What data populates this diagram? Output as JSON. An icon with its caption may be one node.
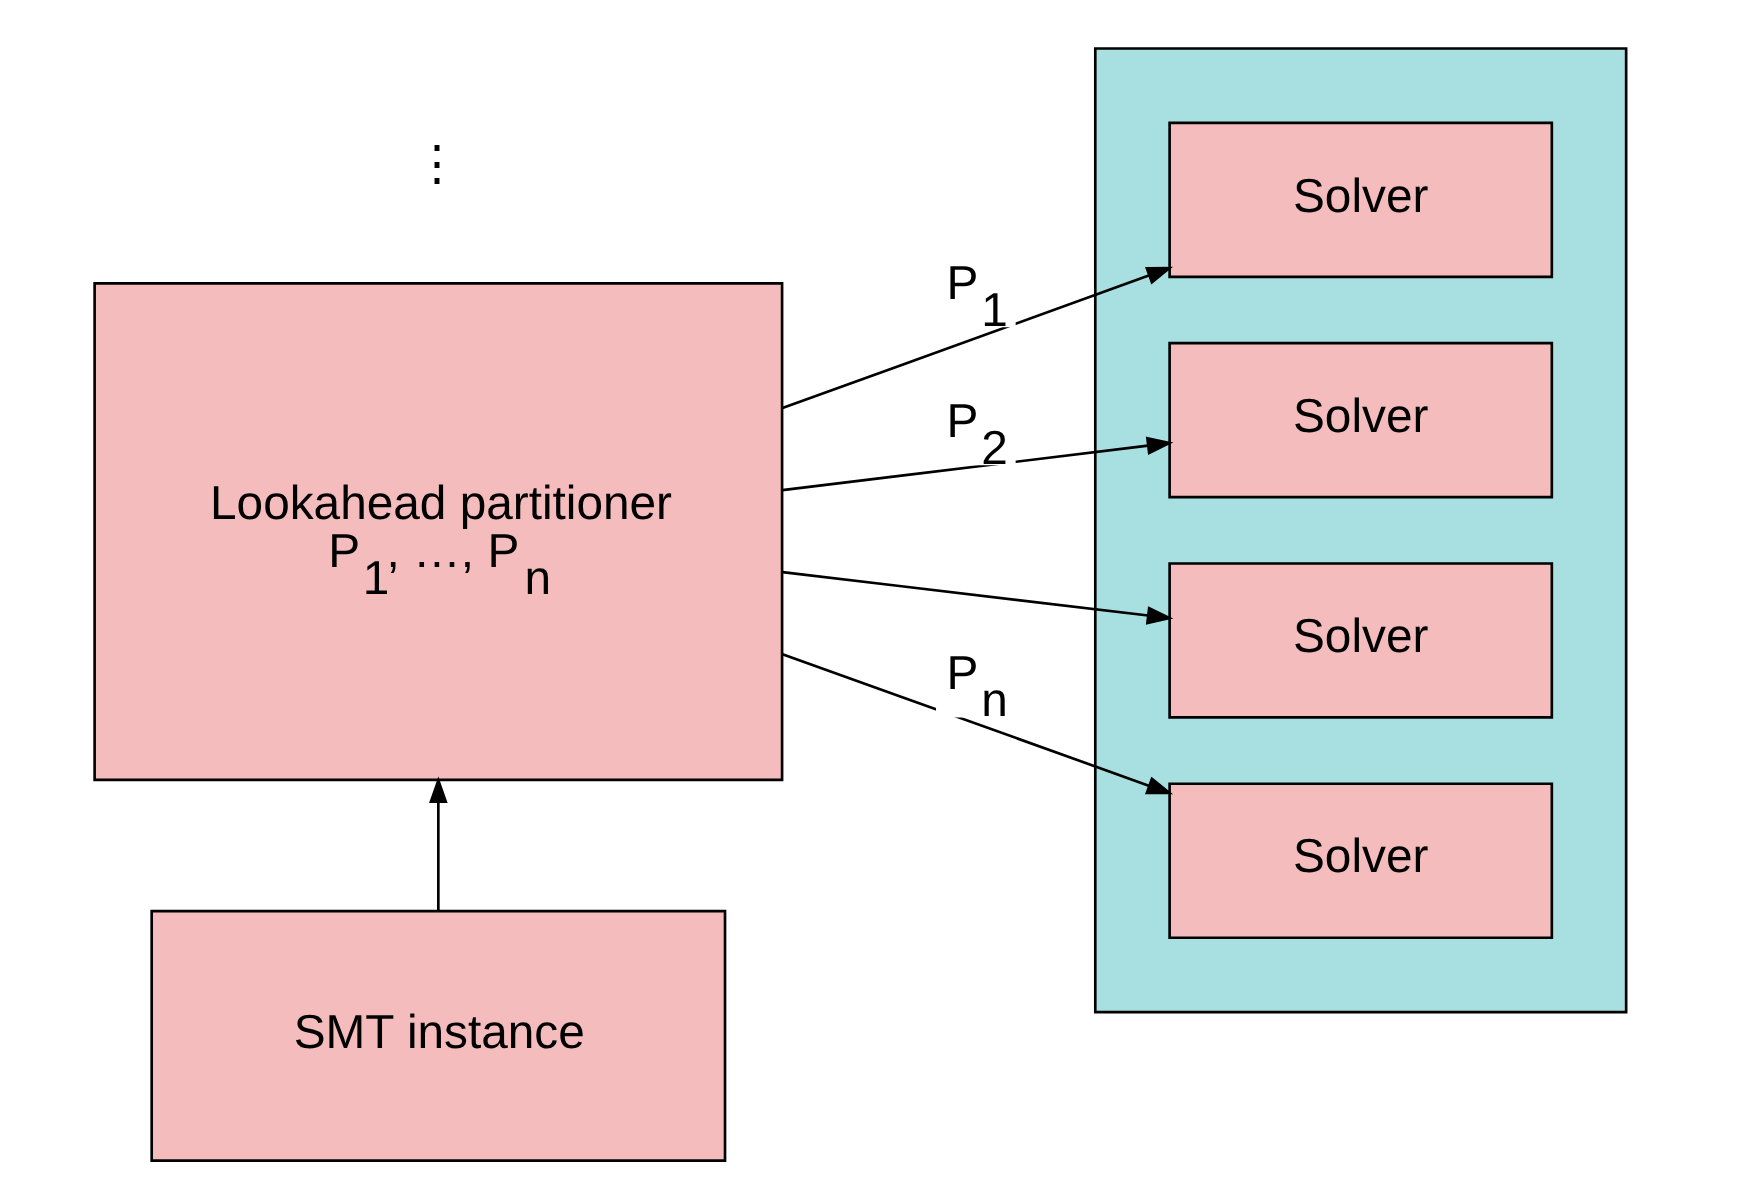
{
  "diagram": {
    "nodes": [
      {
        "text": [
          "Lookahead partitioner",
          "P$_{1}$, …, P$_{n}$"
        ]
      },
      {
        "text": [
          "SMT instance"
        ]
      },
      {
        "text": [],
        "shape": "box"
      },
      {
        "text": [
          "Solver"
        ],
        "in": 2
      },
      {
        "text": [
          "Solver"
        ],
        "in": 2
      },
      {
        "text": [
          "Solver"
        ],
        "in": 2
      },
      {
        "text": [
          "Solver"
        ],
        "in": 2
      }
    ],
    "edges": [
      {
        "from": 1,
        "to": 0,
        "arrow": "to"
      },
      {
        "from": 0,
        "to": 3,
        "arrow": "to",
        "label": "P$_{1}$"
      },
      {
        "from": 0,
        "to": 4,
        "arrow": "to",
        "label": "P$_{2}$"
      },
      {
        "from": 0,
        "to": 5,
        "arrow": "to"
      },
      {
        "from": 0,
        "to": 6,
        "arrow": "to",
        "label": "P$_{n}$"
      }
    ],
    "labels": [
      "⋮"
    ]
  }
}
